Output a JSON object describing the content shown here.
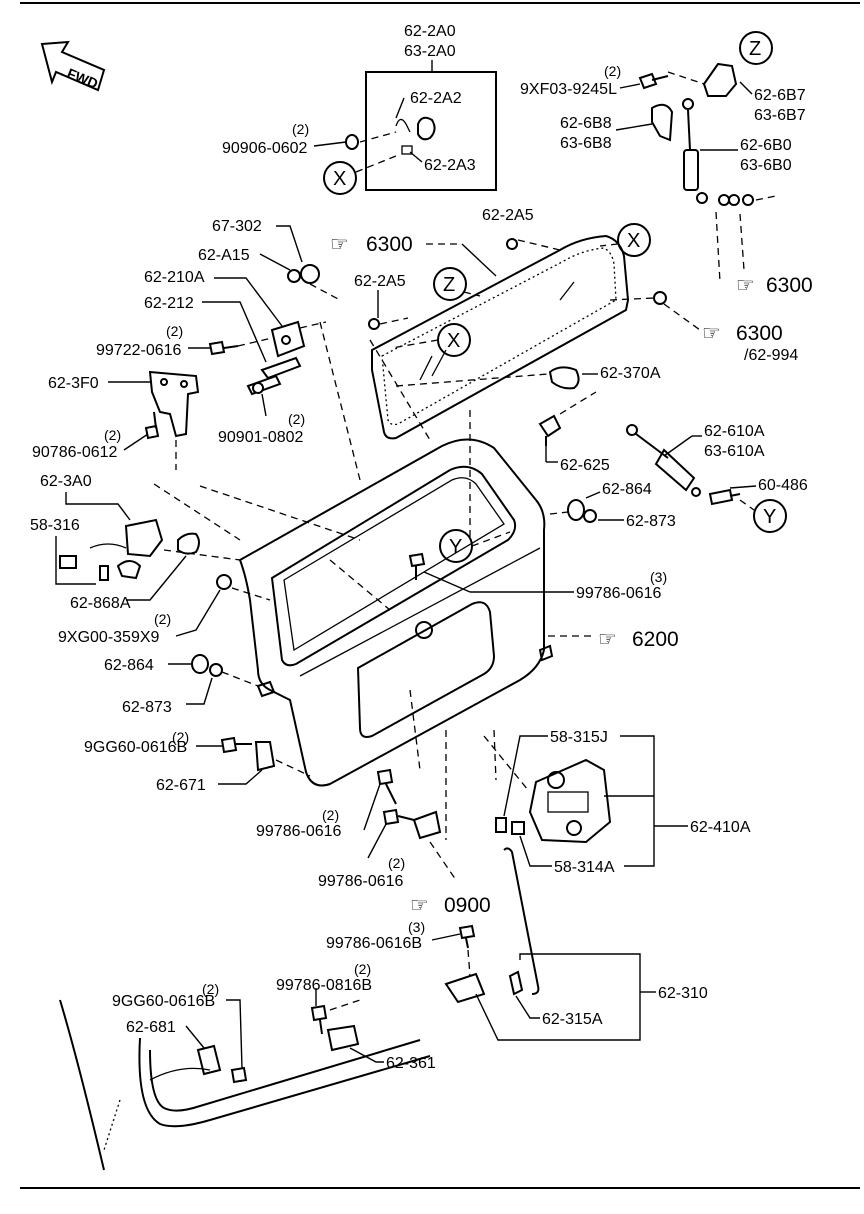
{
  "fwd": "FWD",
  "labels": {
    "l_622a0": "62-2A0",
    "l_632a0": "63-2A0",
    "l_622a2": "62-2A2",
    "l_622a3": "62-2A3",
    "l_90906": "90906-0602",
    "q_90906": "(2)",
    "l_9xf03": "9XF03-9245L",
    "q_9xf03": "(2)",
    "l_626b7": "62-6B7",
    "l_636b7": "63-6B7",
    "l_626b8": "62-6B8",
    "l_636b8": "63-6B8",
    "l_626b0": "62-6B0",
    "l_636b0": "63-6B0",
    "l_67302": "67-302",
    "l_62a15": "62-A15",
    "l_62210a": "62-210A",
    "l_62212": "62-212",
    "l_99722": "99722-0616",
    "q_99722": "(2)",
    "l_623f0": "62-3F0",
    "l_90786": "90786-0612",
    "q_90786": "(2)",
    "l_90901": "90901-0802",
    "q_90901": "(2)",
    "l_622a5a": "62-2A5",
    "l_622a5b": "62-2A5",
    "l_62994": "/62-994",
    "l_62370a": "62-370A",
    "l_62610a": "62-610A",
    "l_63610a": "63-610A",
    "l_62625": "62-625",
    "l_62864a": "62-864",
    "l_62873a": "62-873",
    "l_60486": "60-486",
    "l_623a0": "62-3A0",
    "l_58316": "58-316",
    "l_62868a": "62-868A",
    "l_9xg00": "9XG00-359X9",
    "q_9xg00": "(2)",
    "l_99786a": "99786-0616",
    "q_99786a": "(3)",
    "l_62864b": "62-864",
    "l_62873b": "62-873",
    "l_9gg60a": "9GG60-0616B",
    "q_9gg60a": "(2)",
    "l_62671": "62-671",
    "l_58315j": "58-315J",
    "l_62410a": "62-410A",
    "l_58314a": "58-314A",
    "l_99786b": "99786-0616",
    "q_99786b": "(2)",
    "l_99786c": "99786-0616",
    "q_99786c": "(2)",
    "l_99786d": "99786-0616B",
    "q_99786d": "(3)",
    "l_9gg60b": "9GG60-0616B",
    "q_9gg60b": "(2)",
    "l_99786e": "99786-0816B",
    "q_99786e": "(2)",
    "l_62681": "62-681",
    "l_62361": "62-361",
    "l_62310": "62-310",
    "l_62315a": "62-315A"
  },
  "refs": {
    "r6300a": "6300",
    "r6300b": "6300",
    "r6300c": "6300",
    "r6200": "6200",
    "r0900": "0900"
  },
  "callouts": {
    "zA": "Z",
    "zB": "Z",
    "xA": "X",
    "xB": "X",
    "xC": "X",
    "yA": "Y",
    "yB": "Y"
  }
}
